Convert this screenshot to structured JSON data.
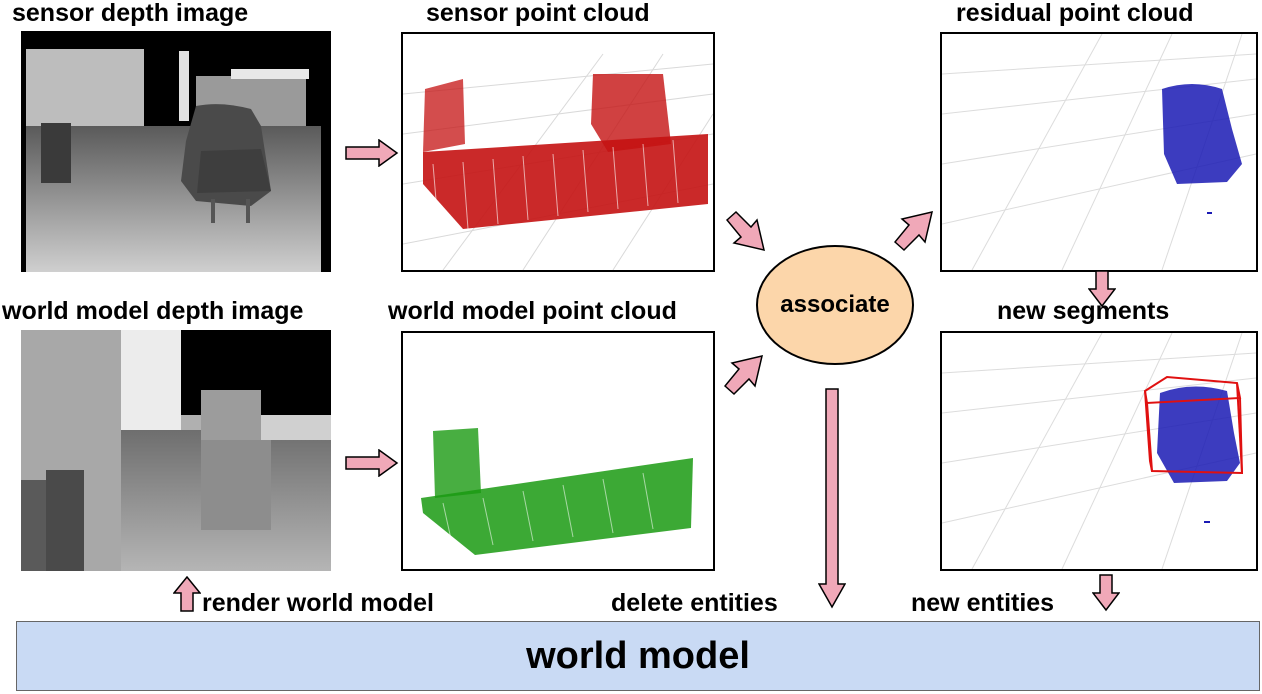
{
  "titles": {
    "sensor_depth": "sensor depth image",
    "sensor_cloud": "sensor point cloud",
    "residual_cloud": "residual point cloud",
    "world_depth": "world model depth image",
    "world_cloud": "world model point cloud",
    "new_segments": "new segments"
  },
  "associate_label": "associate",
  "actions": {
    "render": "render world model",
    "delete": "delete entities",
    "new_entities": "new entities"
  },
  "world_model_label": "world model",
  "colors": {
    "arrow_fill": "#f0a8b8",
    "sensor_points": "#c41212",
    "world_points": "#1a9a12",
    "residual_points": "#1a1ab4",
    "segment_box": "#e01010",
    "world_model_bar": "#c9daf4",
    "associate_node": "#fcd6aa"
  }
}
